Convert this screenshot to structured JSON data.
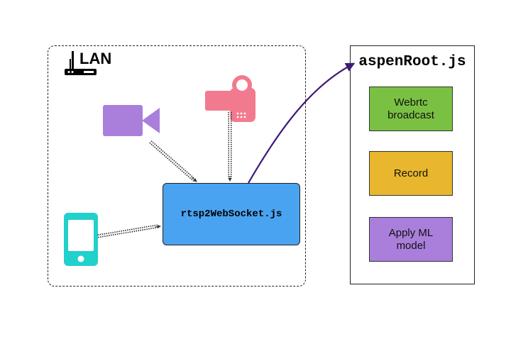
{
  "lan": {
    "label": "LAN",
    "router_icon": "router-icon",
    "devices": [
      {
        "icon": "video-camera-icon",
        "color": "#a97fdb"
      },
      {
        "icon": "camcorder-icon",
        "color": "#f27a8f"
      },
      {
        "icon": "smartphone-icon",
        "color": "#22d0cc"
      }
    ],
    "server": {
      "label": "rtsp2WebSocket.js",
      "color": "#4aa3f0"
    }
  },
  "aspen": {
    "title": "aspenRoot.js",
    "modules": [
      {
        "label": "Webrtc\nbroadcast",
        "color": "#7ac143"
      },
      {
        "label": "Record",
        "color": "#e8b72d"
      },
      {
        "label": "Apply ML\nmodel",
        "color": "#a97fdb"
      }
    ]
  },
  "connection": {
    "color": "#3d1a78"
  }
}
